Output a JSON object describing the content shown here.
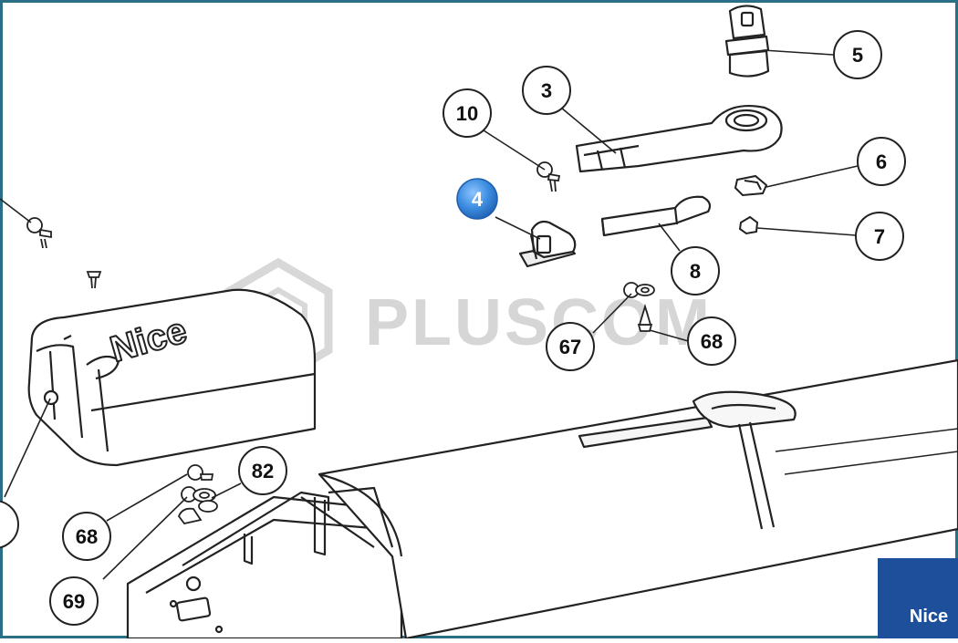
{
  "watermark": {
    "text": "PLUSCOM"
  },
  "brand": {
    "badge_text": "Nice",
    "housing_text": "Nice",
    "badge_color": "#1d4f9a"
  },
  "colors": {
    "frame": "#2a6f86",
    "line": "#222222",
    "highlight": "#3c8de0",
    "callout_fill": "#ffffff",
    "watermark": "#cfcfcf"
  },
  "callouts": [
    {
      "id": "c5",
      "label": "5",
      "highlighted": false
    },
    {
      "id": "c3",
      "label": "3",
      "highlighted": false
    },
    {
      "id": "c10",
      "label": "10",
      "highlighted": false
    },
    {
      "id": "c6",
      "label": "6",
      "highlighted": false
    },
    {
      "id": "c4",
      "label": "4",
      "highlighted": true
    },
    {
      "id": "c7",
      "label": "7",
      "highlighted": false
    },
    {
      "id": "c8",
      "label": "8",
      "highlighted": false
    },
    {
      "id": "c67",
      "label": "67",
      "highlighted": false
    },
    {
      "id": "c68a",
      "label": "68",
      "highlighted": false
    },
    {
      "id": "c82",
      "label": "82",
      "highlighted": false
    },
    {
      "id": "c68b",
      "label": "68",
      "highlighted": false
    },
    {
      "id": "c69",
      "label": "69",
      "highlighted": false
    },
    {
      "id": "c7b",
      "label": "7",
      "highlighted": false
    }
  ]
}
